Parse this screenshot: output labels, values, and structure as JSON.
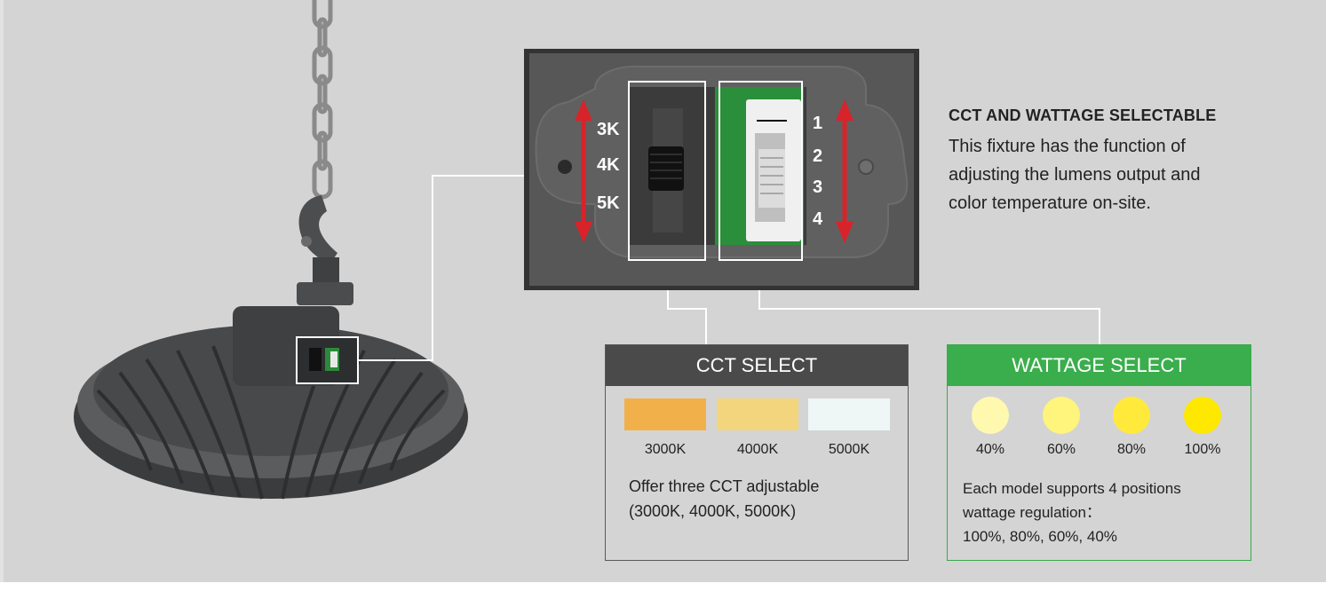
{
  "heading": {
    "title": "CCT AND WATTAGE SELECTABLE",
    "description_lines": [
      "This fixture has the function of",
      "adjusting the lumens output and",
      "color temperature on-site."
    ]
  },
  "switch_panel": {
    "cct_positions": [
      "3K",
      "4K",
      "5K"
    ],
    "wattage_positions": [
      "1",
      "2",
      "3",
      "4"
    ]
  },
  "cct_card": {
    "title": "CCT SELECT",
    "swatches": [
      {
        "label": "3000K",
        "color": "#f2b04a"
      },
      {
        "label": "4000K",
        "color": "#f3d57d"
      },
      {
        "label": "5000K",
        "color": "#eef6f6"
      }
    ],
    "description_lines": [
      "Offer three CCT adjustable",
      "(3000K, 4000K, 5000K)"
    ]
  },
  "wattage_card": {
    "title": "WATTAGE SELECT",
    "levels": [
      {
        "label": "40%",
        "color": "#fff9b0"
      },
      {
        "label": "60%",
        "color": "#fff47c"
      },
      {
        "label": "80%",
        "color": "#ffea3c"
      },
      {
        "label": "100%",
        "color": "#ffe800"
      }
    ],
    "description_lines": [
      "Each model supports 4 positions",
      "wattage regulation：",
      "100%, 80%, 60%, 40%"
    ]
  },
  "colors": {
    "cct_accent": "#4a4a4a",
    "wattage_accent": "#3aae4c",
    "arrow_red": "#d8232a",
    "background": "#d4d4d4"
  }
}
